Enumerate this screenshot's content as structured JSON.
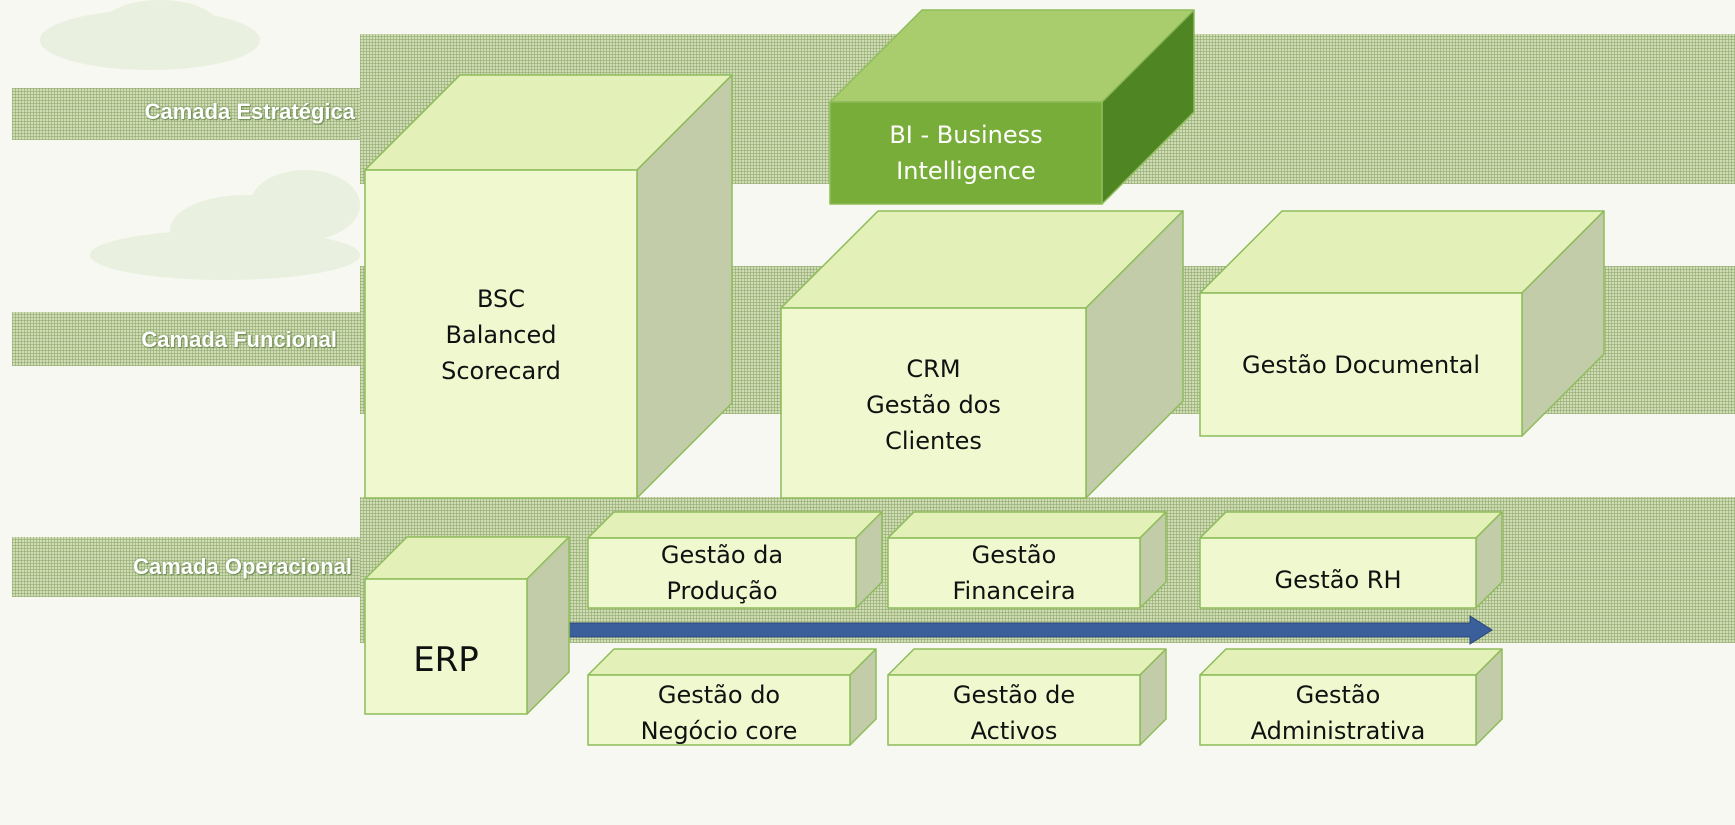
{
  "layers": {
    "strategic": "Camada Estratégica",
    "functional": "Camada Funcional",
    "operational": "Camada Operacional"
  },
  "boxes": {
    "bi": [
      "BI - Business",
      "Intelligence"
    ],
    "bsc": [
      "BSC",
      "Balanced",
      "Scorecard"
    ],
    "crm": [
      "CRM",
      "Gestão dos",
      "Clientes"
    ],
    "documental": [
      "Gestão Documental"
    ],
    "producao": [
      "Gestão da",
      "Produção"
    ],
    "financeira": [
      "Gestão",
      "Financeira"
    ],
    "rh": [
      "Gestão RH"
    ],
    "erp": [
      "ERP"
    ],
    "negocio": [
      "Gestão do",
      "Negócio core"
    ],
    "activos": [
      "Gestão de",
      "Activos"
    ],
    "administrativa": [
      "Gestão",
      "Administrativa"
    ]
  },
  "colors": {
    "box_front": "#eff8cf",
    "box_top": "#e3f0b8",
    "box_side": "#c2cca8",
    "box_border": "#8ebc5a",
    "bi_front": "#78ad3a",
    "bi_top": "#a9cc6c",
    "bi_side": "#4f8523",
    "arrow": "#3a5f9a"
  }
}
